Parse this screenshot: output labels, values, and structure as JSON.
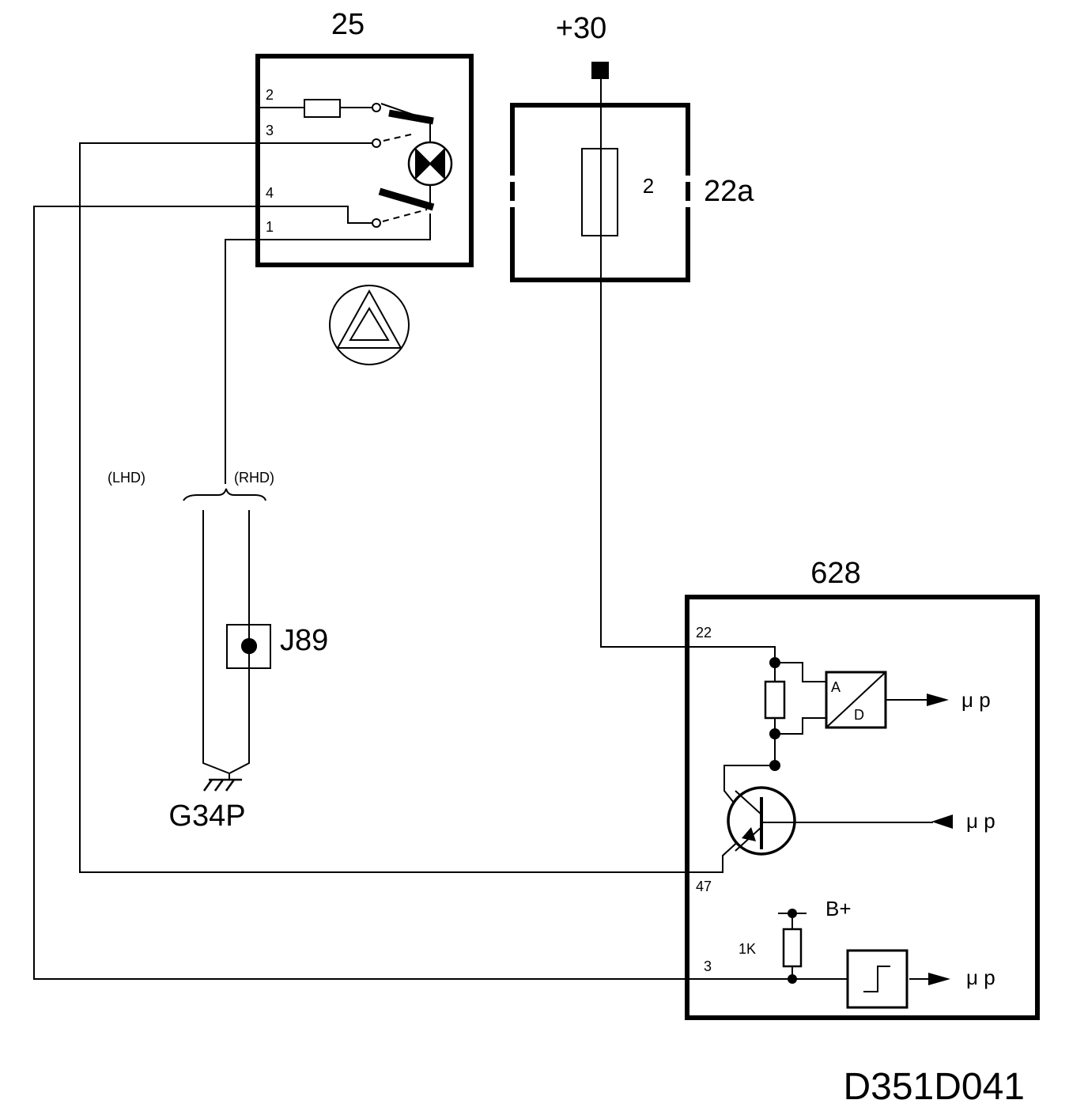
{
  "components": {
    "switch": {
      "id": "25",
      "pins": [
        "2",
        "3",
        "4",
        "1"
      ]
    },
    "fuse_box": {
      "id": "22a",
      "fuse": "2"
    },
    "supply": {
      "label": "+30"
    },
    "module": {
      "id": "628",
      "pins": [
        "22",
        "47",
        "3"
      ],
      "ad_a": "A",
      "ad_d": "D",
      "bplus": "B+",
      "resistor": "1K"
    },
    "connector": {
      "id": "J89"
    },
    "ground": {
      "id": "G34P"
    }
  },
  "labels": {
    "lhd": "(LHD)",
    "rhd": "(RHD)",
    "mu_p": "μ p"
  },
  "drawing_ref": "D351D041"
}
